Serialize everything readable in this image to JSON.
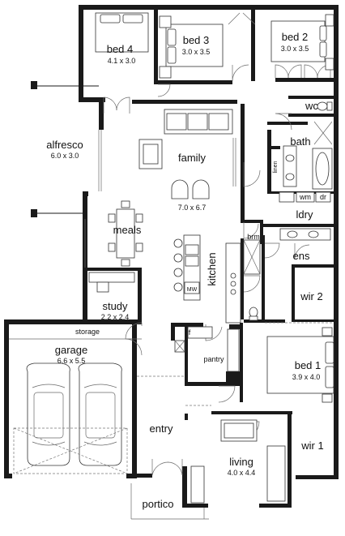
{
  "rooms": {
    "bed4": {
      "name": "bed 4",
      "dim": "4.1 x 3.0"
    },
    "bed3": {
      "name": "bed 3",
      "dim": "3.0 x 3.5"
    },
    "bed2": {
      "name": "bed 2",
      "dim": "3.0 x 3.5"
    },
    "wc": {
      "name": "wc"
    },
    "alfresco": {
      "name": "alfresco",
      "dim": "6.0 x 3.0"
    },
    "family": {
      "name": "family",
      "dim": "7.0 x 6.7"
    },
    "bath": {
      "name": "bath"
    },
    "linen": {
      "name": "linen"
    },
    "wm": {
      "name": "wm"
    },
    "dr": {
      "name": "dr"
    },
    "ldry": {
      "name": "ldry"
    },
    "meals": {
      "name": "meals"
    },
    "brm": {
      "name": "brm"
    },
    "ens": {
      "name": "ens"
    },
    "kitchen": {
      "name": "kitchen"
    },
    "mw": {
      "name": "MW"
    },
    "wir2": {
      "name": "wir 2"
    },
    "study": {
      "name": "study",
      "dim": "2.2 x 2.4"
    },
    "storage": {
      "name": "storage"
    },
    "garage": {
      "name": "garage",
      "dim": "6.6 x 5.5"
    },
    "f": {
      "name": "f"
    },
    "pantry": {
      "name": "pantry"
    },
    "bed1": {
      "name": "bed 1",
      "dim": "3.9 x 4.0"
    },
    "entry": {
      "name": "entry"
    },
    "living": {
      "name": "living",
      "dim": "4.0 x 4.4"
    },
    "wir1": {
      "name": "wir 1"
    },
    "portico": {
      "name": "portico"
    }
  }
}
